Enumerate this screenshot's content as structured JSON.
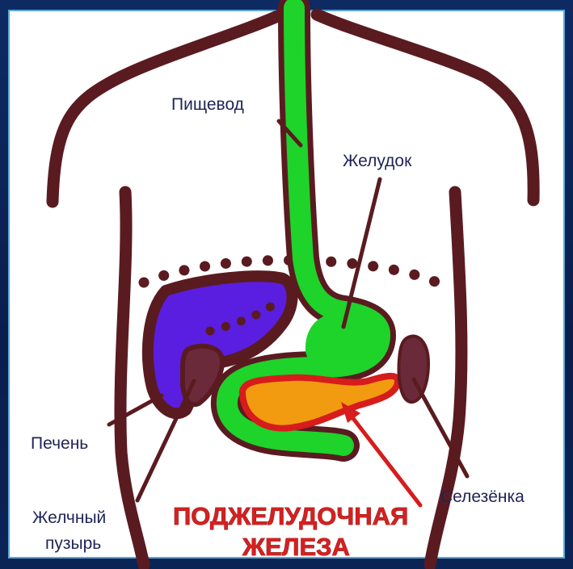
{
  "labels": {
    "esophagus": "Пищевод",
    "stomach": "Желудок",
    "liver": "Печень",
    "gallbladder_line1": "Желчный",
    "gallbladder_line2": "пузырь",
    "spleen": "Селезёнка"
  },
  "title": {
    "line1": "ПОДЖЕЛУДОЧНАЯ",
    "line2": "ЖЕЛЕЗА"
  },
  "colors": {
    "outline": "#5a1b20",
    "esophagus_stomach": "#1ed32a",
    "liver": "#5a1ee0",
    "gallbladder": "#6b2a3a",
    "pancreas": "#f29a10",
    "pancreas_border": "#d61c1c",
    "spleen": "#6b2a3a",
    "title": "#d62020"
  }
}
